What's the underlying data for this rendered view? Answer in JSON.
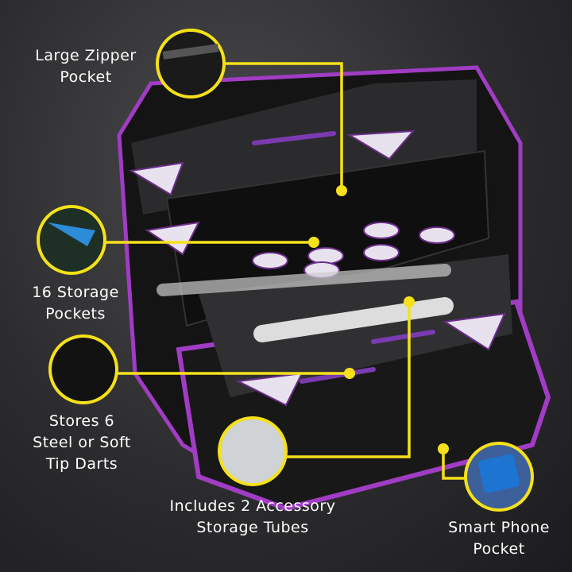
{
  "colors": {
    "accent": "#f5e11a",
    "zipper": "#a13cc4",
    "case": "#151515",
    "background": "#2e2e30"
  },
  "callouts": [
    {
      "lines": [
        "Large Zipper",
        "Pocket"
      ]
    },
    {
      "lines": [
        "16 Storage",
        "Pockets"
      ]
    },
    {
      "lines": [
        "Stores 6",
        "Steel or Soft",
        "Tip Darts"
      ]
    },
    {
      "lines": [
        "Includes 2 Accessory",
        "Storage Tubes"
      ]
    },
    {
      "lines": [
        "Smart Phone",
        "Pocket"
      ]
    }
  ]
}
